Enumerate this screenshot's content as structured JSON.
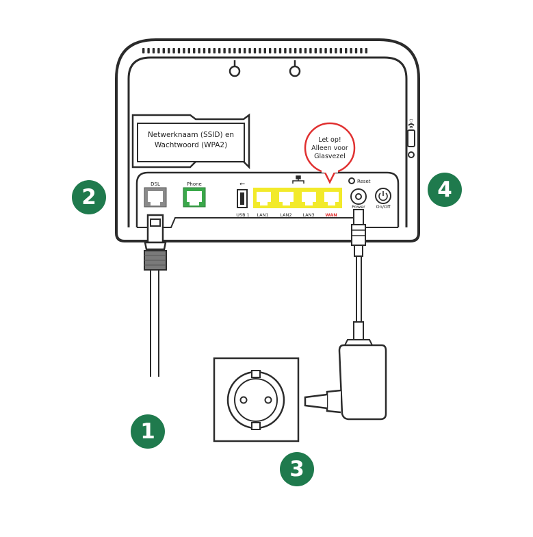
{
  "sticker": {
    "line1": "Netwerknaam (SSID) en",
    "line2": "Wachtwoord (WPA2)"
  },
  "callout": {
    "line1": "Let op!",
    "line2": "Alleen voor",
    "line3": "Glasvezel",
    "color": "#e03030"
  },
  "ports": {
    "dsl": "DSL",
    "phone": "Phone",
    "usb": "USB 1",
    "lan1": "LAN1",
    "lan2": "LAN2",
    "lan3": "LAN3",
    "wan": "WAN",
    "reset": "Reset",
    "power": "Power",
    "onoff": "On/Off"
  },
  "steps": [
    "1",
    "2",
    "3",
    "4"
  ],
  "colors": {
    "badge": "#1f7a4d",
    "lan": "#f2ea2a",
    "phone": "#3aa84a",
    "dsl": "#8a8a8a",
    "wan_text": "#e03030"
  }
}
